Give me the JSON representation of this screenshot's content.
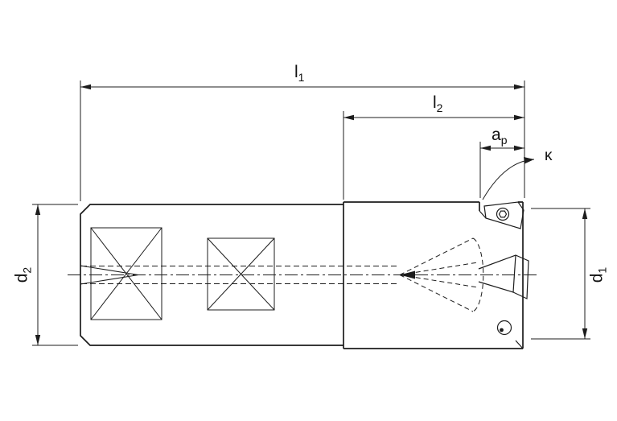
{
  "drawing": {
    "labels": {
      "l1": {
        "base": "l",
        "sub": "1"
      },
      "l2": {
        "base": "l",
        "sub": "2"
      },
      "ap": {
        "base": "a",
        "sub": "p"
      },
      "kappa": {
        "base": "κ",
        "sub": ""
      },
      "d2": {
        "base": "d",
        "sub": "2"
      },
      "d1": {
        "base": "d",
        "sub": "1"
      }
    },
    "colors": {
      "line": "#1c1c1c",
      "background": "#ffffff"
    }
  }
}
